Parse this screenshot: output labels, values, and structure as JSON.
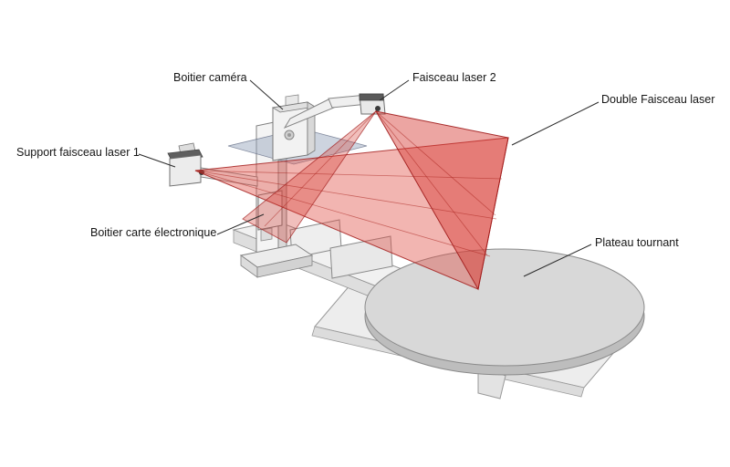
{
  "diagram": {
    "labels": [
      {
        "id": "boitier-camera",
        "text": "Boitier caméra"
      },
      {
        "id": "faisceau-laser-2",
        "text": "Faisceau laser 2"
      },
      {
        "id": "double-faisceau-laser",
        "text": "Double Faisceau laser"
      },
      {
        "id": "support-faisceau-laser-1",
        "text": "Support faisceau laser 1"
      },
      {
        "id": "boitier-carte-electronique",
        "text": "Boitier carte électronique"
      },
      {
        "id": "plateau-tournant",
        "text": "Plateau tournant"
      }
    ],
    "colors": {
      "background": "#ffffff",
      "laser_beam_fill": "#d9453c",
      "laser_beam_edge": "#a32020",
      "structure_fill": "#f0f0f0",
      "structure_stroke": "#8a8a8a",
      "turntable_fill": "#d8d8d8",
      "label_text": "#151515",
      "leader_line": "#2b2b2b"
    }
  }
}
